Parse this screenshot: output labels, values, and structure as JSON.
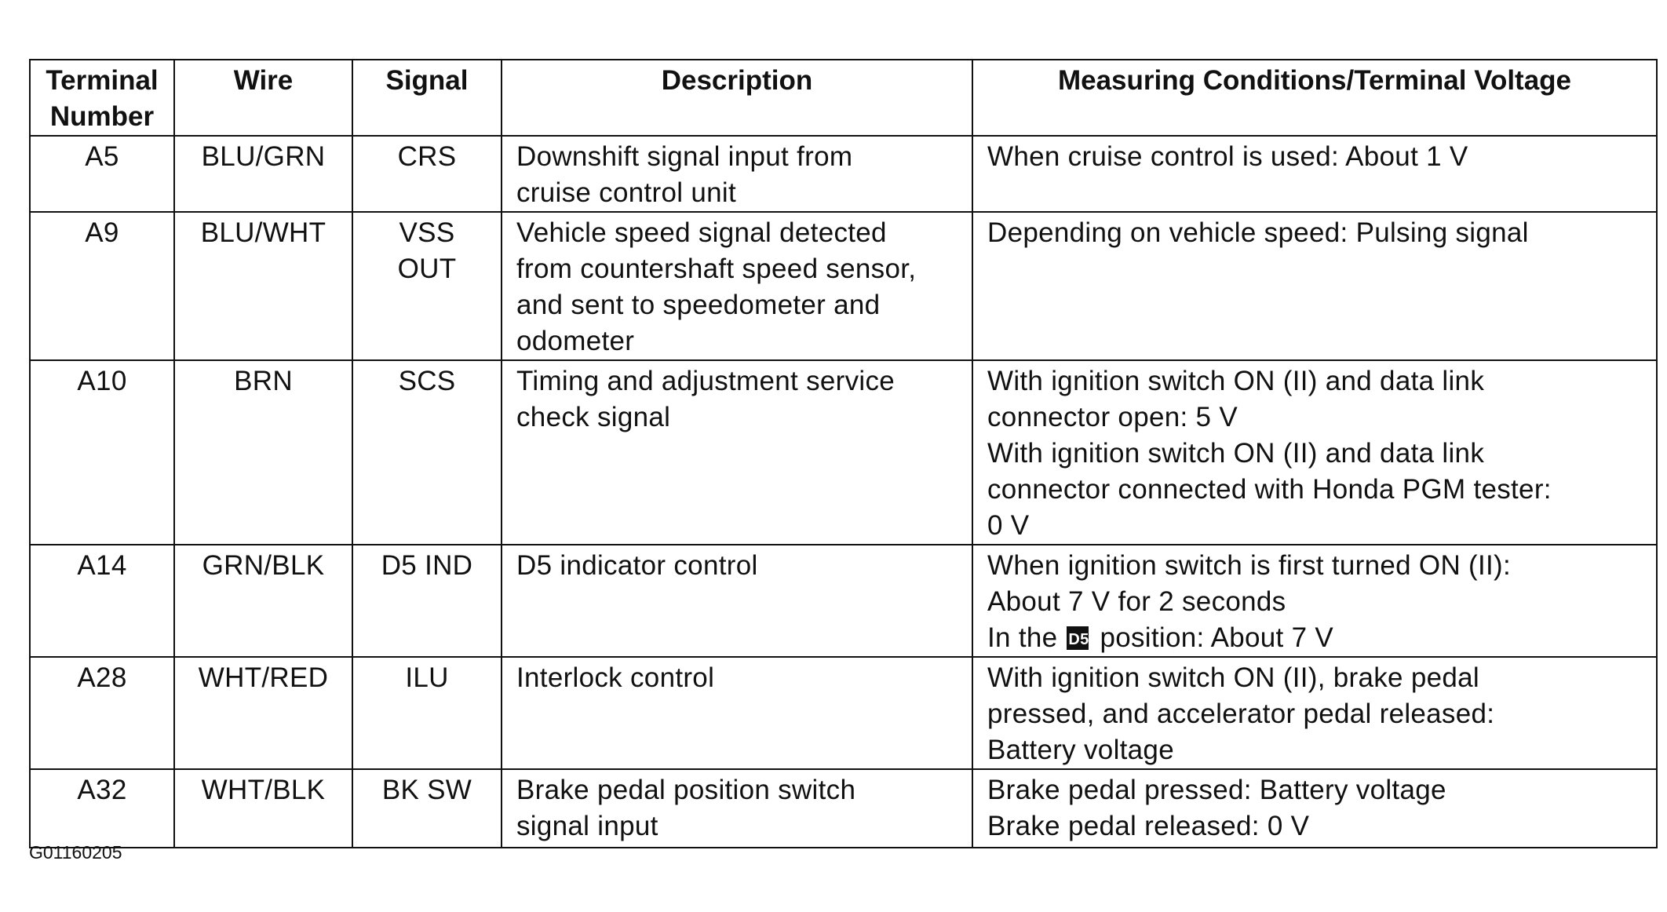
{
  "table": {
    "headers": {
      "terminal": [
        "Terminal",
        "Number"
      ],
      "wire": "Wire",
      "signal": "Signal",
      "description": "Description",
      "measuring": "Measuring Conditions/Terminal Voltage"
    },
    "rows": [
      {
        "terminal": "A5",
        "wire": "BLU/GRN",
        "signal": [
          "CRS"
        ],
        "description": [
          "Downshift signal input from",
          "cruise control unit"
        ],
        "measuring": [
          "When cruise control is used: About 1 V"
        ]
      },
      {
        "terminal": "A9",
        "wire": "BLU/WHT",
        "signal": [
          "VSS",
          "OUT"
        ],
        "description": [
          "Vehicle speed signal detected",
          "from countershaft speed sensor,",
          "and sent to speedometer and",
          "odometer"
        ],
        "measuring": [
          "Depending on vehicle speed: Pulsing signal"
        ]
      },
      {
        "terminal": "A10",
        "wire": "BRN",
        "signal": [
          "SCS"
        ],
        "description": [
          "Timing and adjustment service",
          "check signal"
        ],
        "measuring": [
          "With ignition switch ON (II) and data link",
          "connector open: 5 V",
          "With ignition switch ON (II) and data link",
          "connector connected with Honda PGM tester:",
          "0 V"
        ]
      },
      {
        "terminal": "A14",
        "wire": "GRN/BLK",
        "signal": [
          "D5 IND"
        ],
        "description": [
          "D5 indicator control"
        ],
        "measuring": [
          "When ignition switch is first turned ON (II):",
          "About 7 V for 2 seconds"
        ],
        "measuring_d5_line": {
          "before": "In the",
          "badge": "D5",
          "after": "position: About 7 V"
        }
      },
      {
        "terminal": "A28",
        "wire": "WHT/RED",
        "signal": [
          "ILU"
        ],
        "description": [
          "Interlock control"
        ],
        "measuring": [
          "With ignition switch ON (II), brake pedal",
          "pressed, and accelerator pedal released:",
          "Battery voltage"
        ]
      },
      {
        "terminal": "A32",
        "wire": "WHT/BLK",
        "signal": [
          "BK SW"
        ],
        "description": [
          "Brake pedal position switch",
          "signal input"
        ],
        "measuring": [
          "Brake pedal pressed: Battery voltage",
          "Brake pedal released: 0 V"
        ]
      }
    ]
  },
  "figure_id": "G01160205"
}
